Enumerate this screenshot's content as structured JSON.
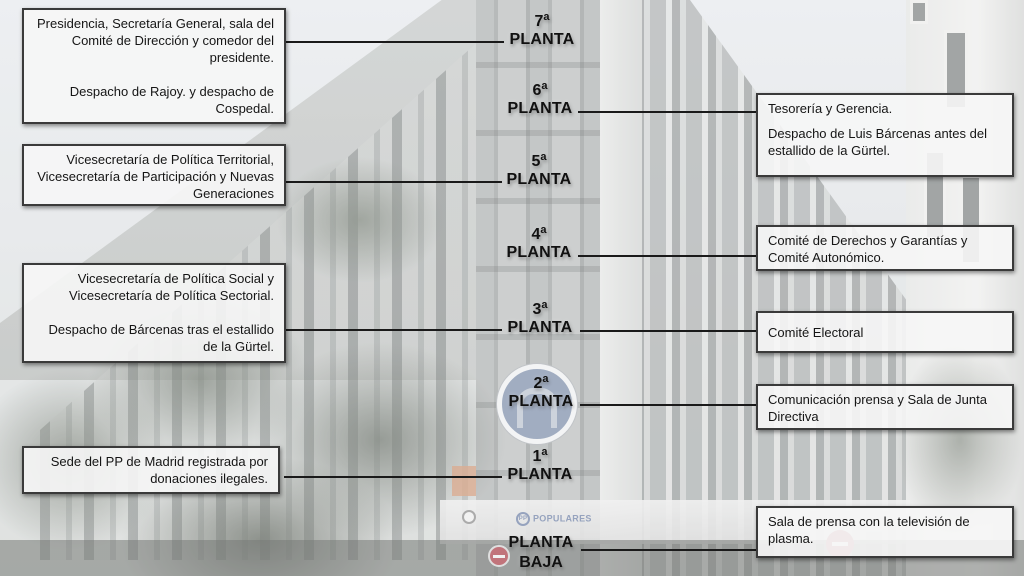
{
  "floors": [
    {
      "id": "7",
      "number": "7",
      "ordinal": "a",
      "label": "PLANTA",
      "side": "left",
      "description": [
        "Presidencia, Secretaría General, sala del Comité de Dirección y comedor del presidente.",
        "Despacho de Rajoy. y despacho de Cospedal."
      ]
    },
    {
      "id": "6",
      "number": "6",
      "ordinal": "a",
      "label": "PLANTA",
      "side": "right",
      "description": [
        "Tesorería y Gerencia.",
        "Despacho de Luis Bárcenas antes del estallido de la Gürtel."
      ]
    },
    {
      "id": "5",
      "number": "5",
      "ordinal": "a",
      "label": "PLANTA",
      "side": "left",
      "description": [
        "Vicesecretaría de Política Territorial, Vicesecretaría de Participación y Nuevas Generaciones"
      ]
    },
    {
      "id": "4",
      "number": "4",
      "ordinal": "a",
      "label": "PLANTA",
      "side": "right",
      "description": [
        "Comité de Derechos y Garantías y Comité Autonómico."
      ]
    },
    {
      "id": "3",
      "number": "3",
      "ordinal": "a",
      "label": "PLANTA",
      "side": "both",
      "description_left": [
        "Vicesecretaría de Política Social y Vicesecretaría de Política Sectorial.",
        "Despacho de Bárcenas tras el estallido de la Gürtel."
      ],
      "description_right": [
        "Comité Electoral"
      ]
    },
    {
      "id": "2",
      "number": "2",
      "ordinal": "a",
      "label": "PLANTA",
      "side": "right",
      "description": [
        "Comunicación prensa y Sala de Junta Directiva"
      ]
    },
    {
      "id": "1",
      "number": "1",
      "ordinal": "a",
      "label": "PLANTA",
      "side": "left",
      "description": [
        "Sede del PP de Madrid registrada por donaciones ilegales."
      ]
    },
    {
      "id": "baja",
      "label": "PLANTA",
      "label2": "BAJA",
      "side": "right",
      "description": [
        "Sala de prensa con la televisión de plasma."
      ]
    }
  ],
  "background": {
    "sign_text": "POPULARES",
    "logo_text": "PP"
  },
  "colors": {
    "line": "#1a1a1a",
    "box_bg": "#f6f6f6",
    "box_border": "#3a3a3a",
    "text": "#111111",
    "logo_blue": "#8d9cb4"
  }
}
